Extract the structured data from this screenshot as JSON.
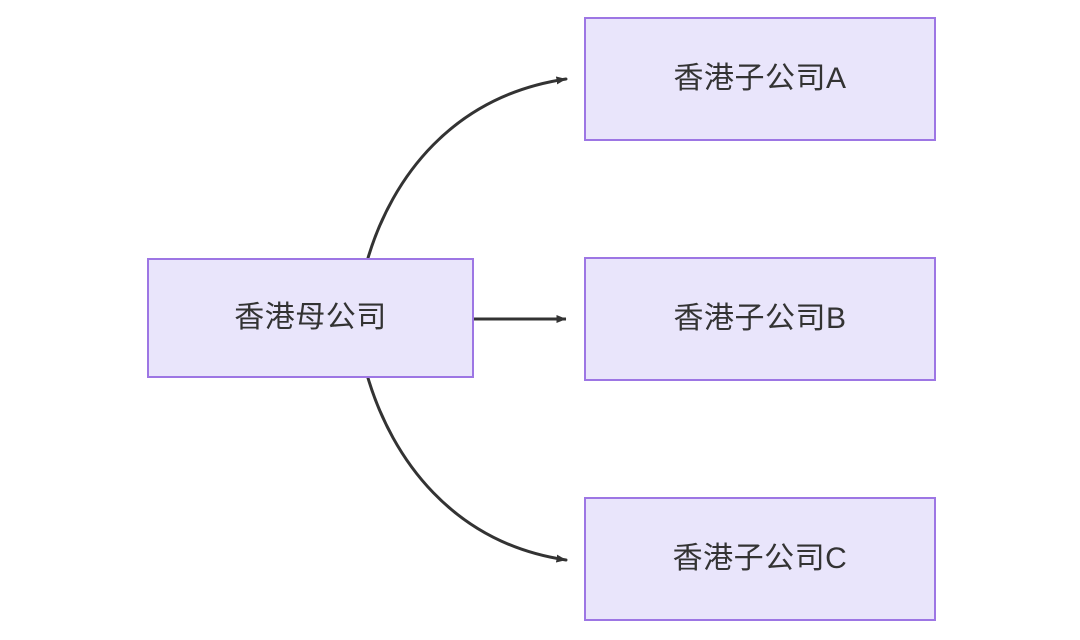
{
  "diagram": {
    "type": "org-chart",
    "background_color": "#ffffff",
    "node_fill_color": "#e9e5fb",
    "node_border_color": "#9d76e4",
    "edge_color": "#333333",
    "text_color": "#333333",
    "nodes": [
      {
        "id": "parent",
        "label": "香港母公司",
        "role": "parent"
      },
      {
        "id": "sub-a",
        "label": "香港子公司A",
        "role": "child"
      },
      {
        "id": "sub-b",
        "label": "香港子公司B",
        "role": "child"
      },
      {
        "id": "sub-c",
        "label": "香港子公司C",
        "role": "child"
      }
    ],
    "edges": [
      {
        "id": "edge-parent-sub-a",
        "from": "parent",
        "to": "sub-a",
        "style": "curved",
        "arrow": "to"
      },
      {
        "id": "edge-parent-sub-b",
        "from": "parent",
        "to": "sub-b",
        "style": "straight",
        "arrow": "to"
      },
      {
        "id": "edge-parent-sub-c",
        "from": "parent",
        "to": "sub-c",
        "style": "curved",
        "arrow": "to"
      }
    ]
  }
}
